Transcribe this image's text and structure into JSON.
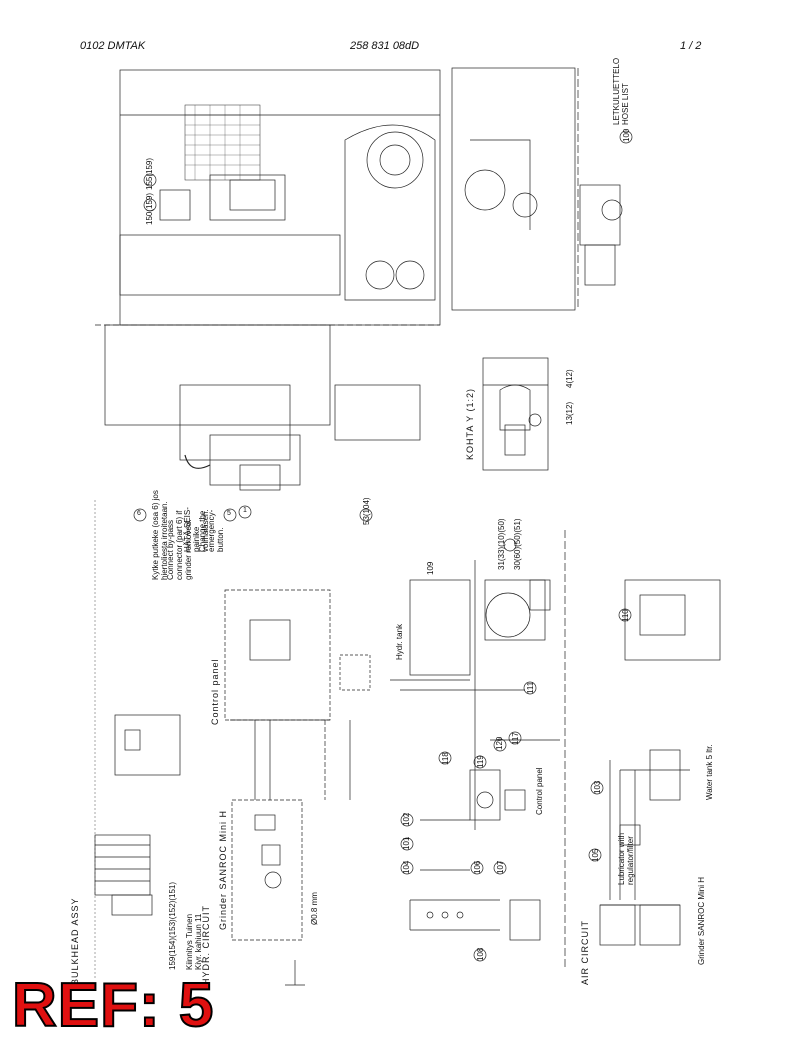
{
  "header": {
    "left": "0102   DMTAK",
    "center": "258 831 08dD",
    "right": "1 / 2"
  },
  "labels": {
    "bulkhead": "BULKHEAD ASSY",
    "hydr_circuit": "HYDR. CIRCUIT",
    "grinder1": "Grinder SANROC Mini H",
    "control_panel": "Control panel",
    "air_circuit": "AIR CIRCUIT",
    "grinder2": "Grinder SANROC Mini H",
    "water_tank": "Water tank 5 ltr.",
    "lubricator": "Lubricator with regulator/filter",
    "hydr_tank": "Hydr. tank",
    "control_panel2": "Control panel",
    "kohta": "KOHTA  Y  (1:2)",
    "hose_list": "LETKULUETTELO  HOSE LIST",
    "note1": "Kytke putkeke (osa 6) jos hiertoliesta irroitetaan.",
    "note2": "Connect by-pass connector (part 6) if grinder removed.",
    "note3": "HÄTÄ-SEIS-painike voimalasen.",
    "note4": "Change the emergency-button.",
    "kiinnitys": "Kiinnitys Tuinen Kiyr. kahiuun 11",
    "dia": "Ø0.8 mm"
  },
  "callouts": {
    "c6": "6",
    "c5": "5",
    "c1": "1",
    "c3": "53(104)",
    "c150": "150(159)",
    "c155": "155(159)",
    "c109": "109",
    "c31": "31(33)(10)(50)",
    "c30": "30(60)(50)(51)",
    "c110": "110",
    "c13": "13(12)",
    "c4": "4(12)",
    "c100": "100",
    "c118": "118",
    "c119": "119",
    "c120": "120",
    "c117": "117",
    "c111": "111",
    "c103": "103",
    "c105": "105",
    "c104": "104",
    "c101": "101",
    "c102": "102",
    "c106": "106",
    "c107": "107",
    "c108": "108",
    "c159": "159(154)(153)(152)(151)"
  },
  "ref": "REF: 5"
}
